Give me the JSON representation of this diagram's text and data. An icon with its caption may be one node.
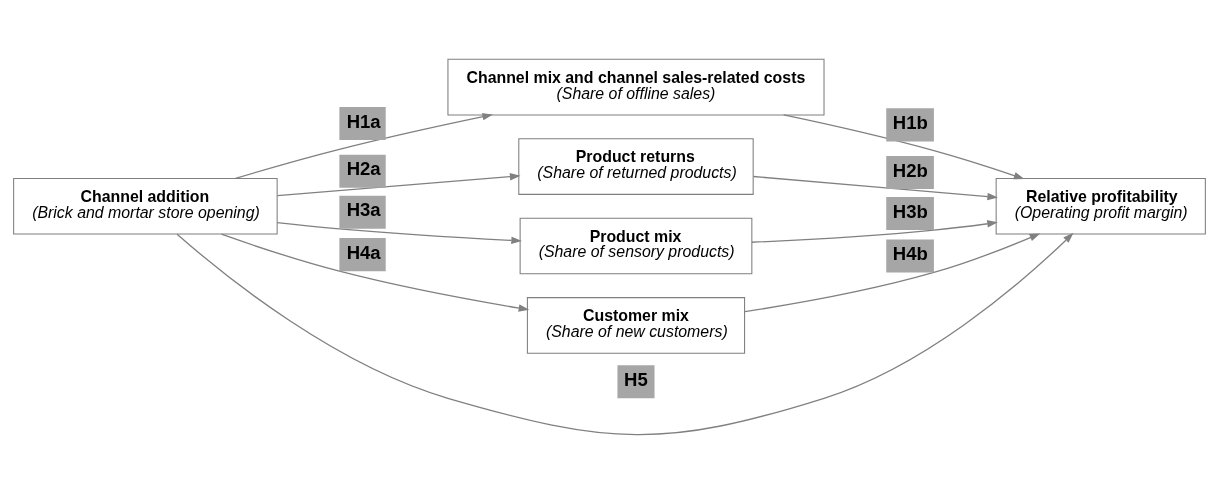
{
  "diagram": {
    "nodes": [
      {
        "text": [
          "Channel addition",
          "(Brick and mortar store opening)"
        ]
      },
      {
        "text": [
          "Channel mix and channel sales-related costs",
          "(Share of offline sales)"
        ]
      },
      {
        "text": [
          "Product returns",
          "(Share of returned products)"
        ]
      },
      {
        "text": [
          "Product mix",
          "(Share of sensory products)"
        ]
      },
      {
        "text": [
          "Customer mix",
          "(Share of new customers)"
        ]
      },
      {
        "text": [
          "Relative profitability",
          "(Operating profit margin)"
        ]
      }
    ],
    "edges": [
      {
        "from": 0,
        "to": 1,
        "arrow": "to",
        "label": "H1a"
      },
      {
        "from": 0,
        "to": 2,
        "arrow": "to",
        "label": "H2a"
      },
      {
        "from": 0,
        "to": 3,
        "arrow": "to",
        "label": "H3a"
      },
      {
        "from": 0,
        "to": 4,
        "arrow": "to",
        "label": "H4a"
      },
      {
        "from": 1,
        "to": 5,
        "arrow": "to",
        "label": "H1b"
      },
      {
        "from": 2,
        "to": 5,
        "arrow": "to",
        "label": "H2b"
      },
      {
        "from": 3,
        "to": 5,
        "arrow": "to",
        "label": "H3b"
      },
      {
        "from": 4,
        "to": 5,
        "arrow": "to",
        "label": "H4b"
      },
      {
        "from": 0,
        "to": 5,
        "arrow": "to",
        "label": "H5"
      }
    ]
  }
}
